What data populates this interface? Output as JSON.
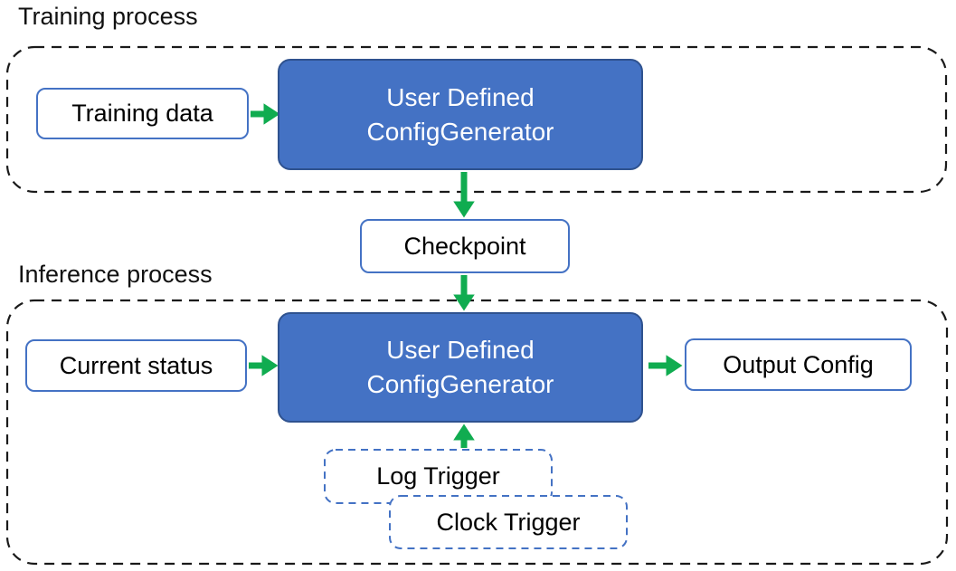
{
  "diagram": {
    "training_section": {
      "label": "Training process",
      "training_data_box": "Training data",
      "generator_box": {
        "line1": "User Defined",
        "line2": "ConfigGenerator"
      }
    },
    "checkpoint_box": "Checkpoint",
    "inference_section": {
      "label": "Inference process",
      "current_status_box": "Current status",
      "generator_box": {
        "line1": "User Defined",
        "line2": "ConfigGenerator"
      },
      "output_config_box": "Output Config",
      "log_trigger_box": "Log Trigger",
      "clock_trigger_box": "Clock Trigger"
    },
    "colors": {
      "generator_fill": "#4472C4",
      "generator_border": "#2F528F",
      "light_box_border": "#4472C4",
      "trigger_box_border": "#4472C4",
      "arrow_green": "#10AC50",
      "container_dash": "#1a1a1a",
      "text_dark": "#000000",
      "text_light": "#FFFFFF"
    }
  }
}
